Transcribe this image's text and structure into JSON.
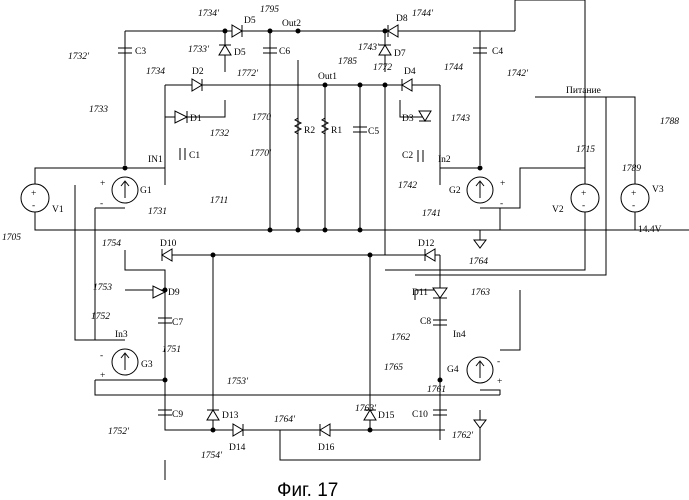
{
  "figure": {
    "caption": "Фиг. 17"
  },
  "labels": {
    "power": "Питание",
    "voltage": "14.4V",
    "out1": "Out1",
    "out2": "Out2",
    "in1": "IN1",
    "in2": "In2",
    "in3": "In3",
    "in4": "In4"
  },
  "components": {
    "D1": "D1",
    "D2": "D2",
    "D3": "D3",
    "D4": "D4",
    "D5a": "D5",
    "D5b": "D5",
    "D7": "D7",
    "D8": "D8",
    "D9": "D9",
    "D10": "D10",
    "D11": "D11",
    "D12": "D12",
    "D13": "D13",
    "D14": "D14",
    "D15": "D15",
    "D16": "D16",
    "C1": "C1",
    "C2": "C2",
    "C3": "C3",
    "C4": "C4",
    "C5": "C5",
    "C6": "C6",
    "C7": "C7",
    "C8": "C8",
    "C9": "C9",
    "C10": "C10",
    "R1": "R1",
    "R2": "R2",
    "G1": "G1",
    "G2": "G2",
    "G3": "G3",
    "G4": "G4",
    "V1": "V1",
    "V2": "V2",
    "V3": "V3"
  },
  "refs": {
    "r1705": "1705",
    "r1711": "1711",
    "r1715": "1715",
    "r1731": "1731",
    "r1732": "1732",
    "r1732p": "1732'",
    "r1733": "1733",
    "r1733p": "1733'",
    "r1734": "1734",
    "r1734p": "1734'",
    "r1741": "1741",
    "r1742": "1742",
    "r1742p": "1742'",
    "r1743": "1743",
    "r1743p": "1743'",
    "r1744": "1744",
    "r1744p": "1744'",
    "r1751": "1751",
    "r1752": "1752",
    "r1752p": "1752'",
    "r1753": "1753",
    "r1753p": "1753'",
    "r1754": "1754",
    "r1754p": "1754'",
    "r1761": "1761",
    "r1762": "1762",
    "r1762p": "1762'",
    "r1763": "1763",
    "r1763p": "1763'",
    "r1764": "1764",
    "r1764p": "1764'",
    "r1765": "1765",
    "r1770": "1770",
    "r1770p": "1770'",
    "r1772": "1772",
    "r1772p": "1772'",
    "r1785": "1785",
    "r1788": "1788",
    "r1789": "1789",
    "r1795": "1795"
  },
  "signs": {
    "plus": "+",
    "minus": "-"
  }
}
